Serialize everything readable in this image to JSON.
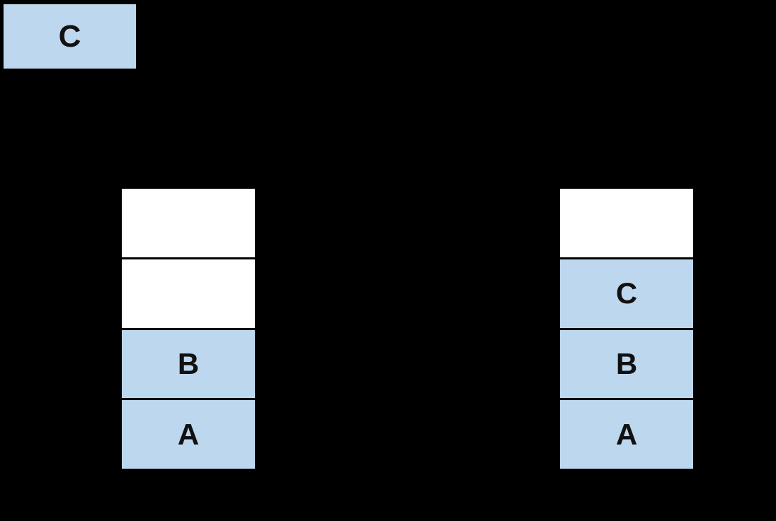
{
  "colors": {
    "background": "#000000",
    "filled_cell": "#BDD7EE",
    "empty_cell": "#FFFFFF",
    "cell_border": "#000000",
    "label_text": "#111111"
  },
  "incoming_value_box": {
    "label": "C"
  },
  "stacks": {
    "left": {
      "cells": [
        {
          "label": "",
          "filled": false
        },
        {
          "label": "",
          "filled": false
        },
        {
          "label": "B",
          "filled": true
        },
        {
          "label": "A",
          "filled": true
        }
      ]
    },
    "right": {
      "cells": [
        {
          "label": "",
          "filled": false
        },
        {
          "label": "C",
          "filled": true
        },
        {
          "label": "B",
          "filled": true
        },
        {
          "label": "A",
          "filled": true
        }
      ]
    }
  }
}
